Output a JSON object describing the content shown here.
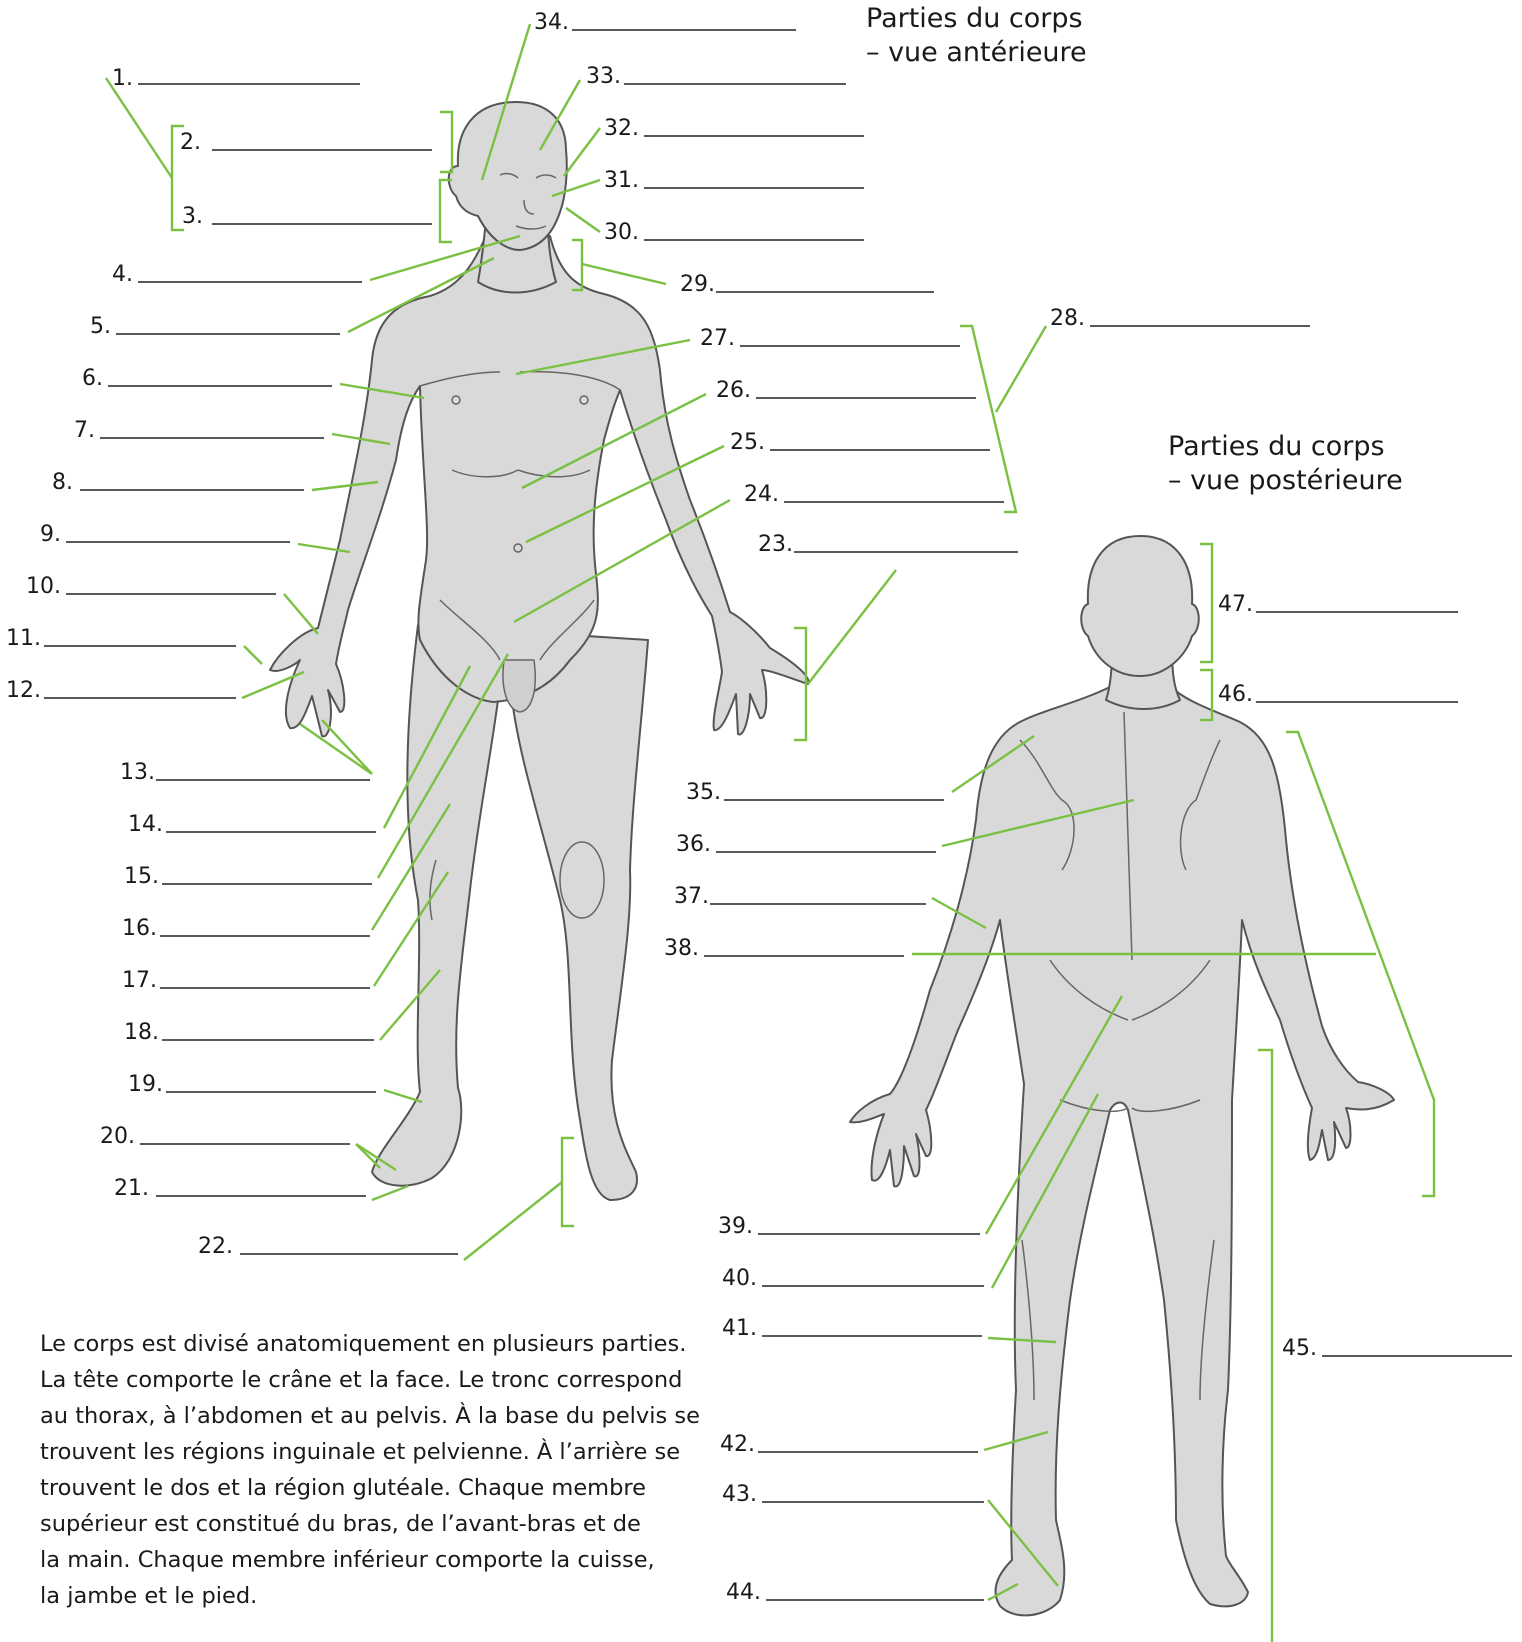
{
  "diagram": {
    "title_anterior": [
      "Parties du corps",
      "– vue antérieure"
    ],
    "title_posterior": [
      "Parties du corps",
      "– vue postérieure"
    ],
    "labels": [
      "1.",
      "2.",
      "3.",
      "4.",
      "5.",
      "6.",
      "7.",
      "8.",
      "9.",
      "10.",
      "11.",
      "12.",
      "13.",
      "14.",
      "15.",
      "16.",
      "17.",
      "18.",
      "19.",
      "20.",
      "21.",
      "22.",
      "23.",
      "24.",
      "25.",
      "26.",
      "27.",
      "28.",
      "29.",
      "30.",
      "31.",
      "32.",
      "33.",
      "34.",
      "35.",
      "36.",
      "37.",
      "38.",
      "39.",
      "40.",
      "41.",
      "42.",
      "43.",
      "44.",
      "45.",
      "46.",
      "47."
    ],
    "description_lines": [
      "Le corps est divisé anatomiquement en plusieurs parties.",
      "La tête comporte le crâne et la face. Le tronc correspond",
      "au thorax, à l’abdomen et au pelvis. À la base du pelvis se",
      "trouvent les régions inguinale et pelvienne. À l’arrière se",
      "trouvent le dos et la région glutéale. Chaque membre",
      "supérieur est constitué du bras, de l’avant-bras et de",
      "la main. Chaque membre inférieur comporte la cuisse,",
      "la jambe et le pied."
    ],
    "colors": {
      "leader": "#7ac143",
      "body_fill": "#d9d9d9",
      "body_stroke": "#555555",
      "text": "#1a1a1a"
    }
  }
}
